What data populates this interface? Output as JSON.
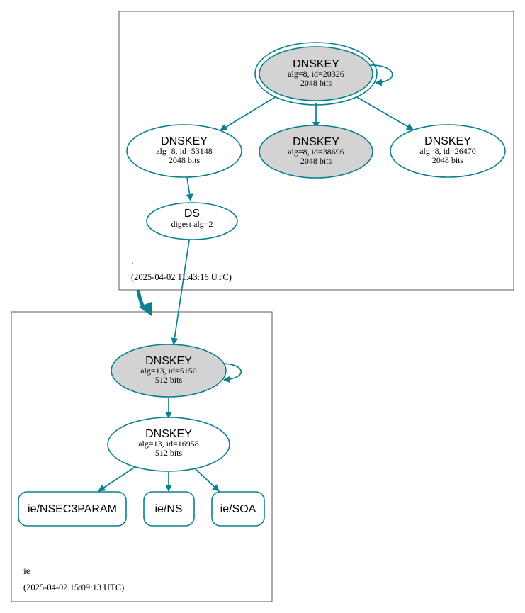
{
  "colors": {
    "edge": "#0a8090",
    "border": "#5a5a5a",
    "fill_ksk": "#d3d3d3",
    "fill_plain": "#ffffff",
    "text": "#000000"
  },
  "zones": {
    "root": {
      "label": ".",
      "timestamp": "(2025-04-02 11:43:16 UTC)"
    },
    "ie": {
      "label": "ie",
      "timestamp": "(2025-04-02 15:09:13 UTC)"
    }
  },
  "nodes": {
    "root_ksk_20326": {
      "title": "DNSKEY",
      "line1": "alg=8, id=20326",
      "line2": "2048 bits"
    },
    "root_zsk_53148": {
      "title": "DNSKEY",
      "line1": "alg=8, id=53148",
      "line2": "2048 bits"
    },
    "root_ksk_38696": {
      "title": "DNSKEY",
      "line1": "alg=8, id=38696",
      "line2": "2048 bits"
    },
    "root_zsk_26470": {
      "title": "DNSKEY",
      "line1": "alg=8, id=26470",
      "line2": "2048 bits"
    },
    "root_ds": {
      "title": "DS",
      "line1": "digest alg=2"
    },
    "ie_ksk_5150": {
      "title": "DNSKEY",
      "line1": "alg=13, id=5150",
      "line2": "512 bits"
    },
    "ie_zsk_16958": {
      "title": "DNSKEY",
      "line1": "alg=13, id=16958",
      "line2": "512 bits"
    },
    "ie_nsec3param": {
      "title": "ie/NSEC3PARAM"
    },
    "ie_ns": {
      "title": "ie/NS"
    },
    "ie_soa": {
      "title": "ie/SOA"
    }
  }
}
